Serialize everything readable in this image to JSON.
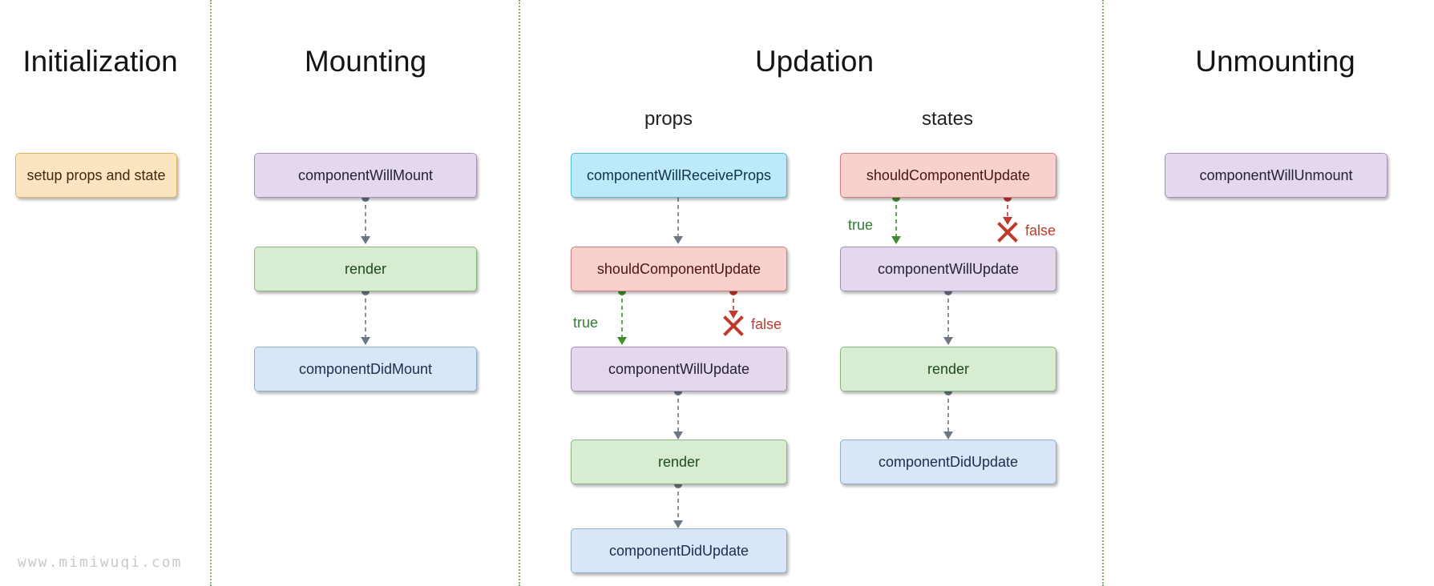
{
  "phases": {
    "initialization": "Initialization",
    "mounting": "Mounting",
    "updation": "Updation",
    "unmounting": "Unmounting"
  },
  "updation_columns": {
    "props": "props",
    "states": "states"
  },
  "nodes": {
    "init_setup": "setup props and state",
    "mount_will_mount": "componentWillMount",
    "mount_render": "render",
    "mount_did_mount": "componentDidMount",
    "props_will_receive": "componentWillReceiveProps",
    "props_should_update": "shouldComponentUpdate",
    "props_will_update": "componentWillUpdate",
    "props_render": "render",
    "props_did_update": "componentDidUpdate",
    "states_should_update": "shouldComponentUpdate",
    "states_will_update": "componentWillUpdate",
    "states_render": "render",
    "states_did_update": "componentDidUpdate",
    "unmount_will_unmount": "componentWillUnmount"
  },
  "branch_labels": {
    "true": "true",
    "false": "false"
  },
  "watermark": "www.mimiwuqi.com",
  "colors": {
    "yellow": "#fbe5c0",
    "purple": "#e4d8ec",
    "green": "#d8ecd2",
    "blue": "#d8e6f8",
    "cyan": "#bdeaf9",
    "red": "#f8d1cf",
    "true_branch": "#2e7d32",
    "false_branch": "#c0392b",
    "connector": "#6b7785"
  }
}
